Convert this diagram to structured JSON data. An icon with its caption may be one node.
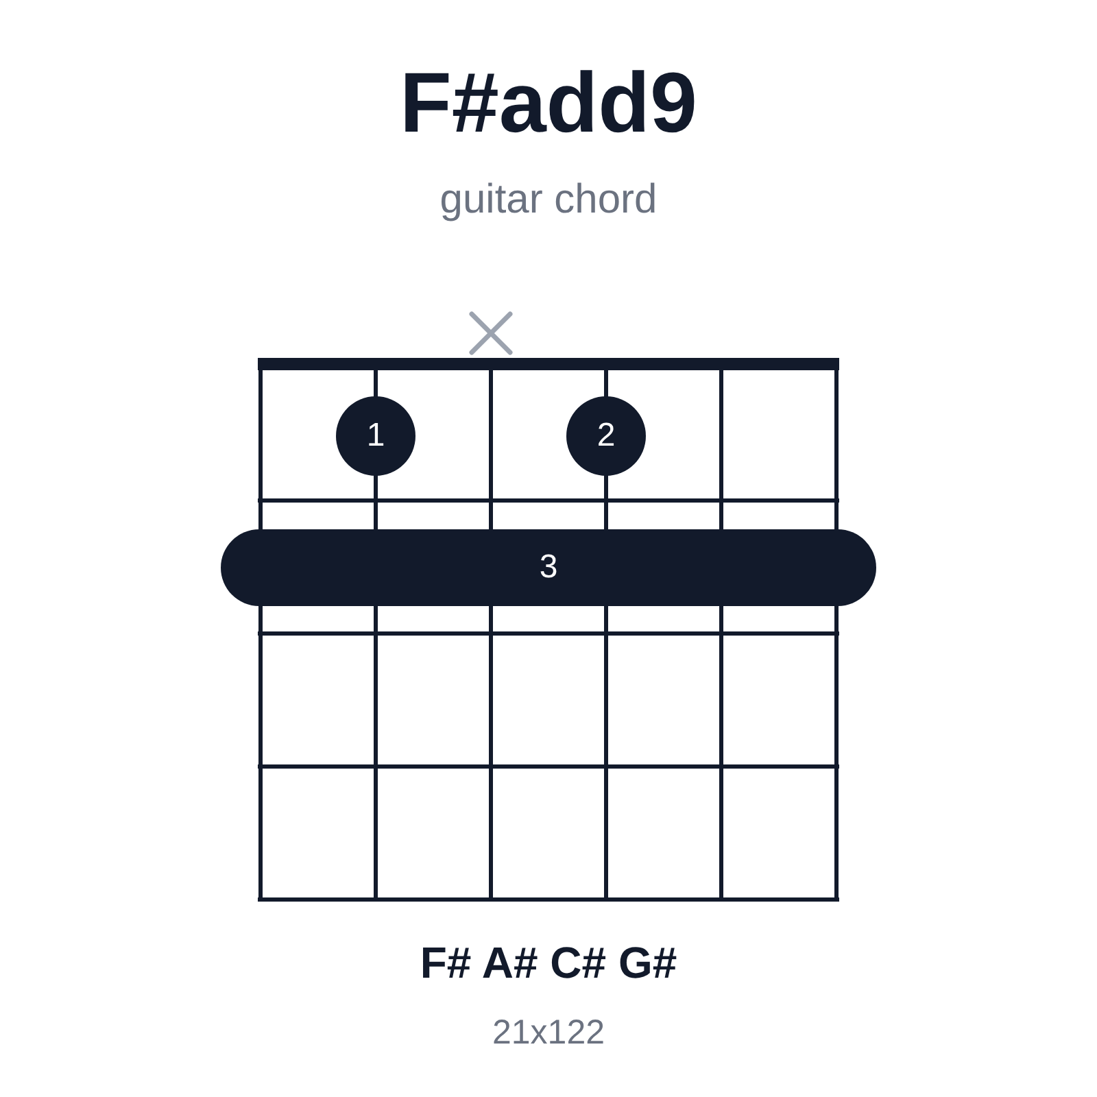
{
  "diagram": {
    "title": "F#add9",
    "nodes": [
      {
        "text": [
          "1"
        ]
      },
      {
        "text": [
          "2"
        ]
      },
      {
        "text": [
          "3"
        ]
      }
    ],
    "labels": [
      "guitar chord",
      "F# A# C# G#",
      "21x122"
    ]
  }
}
